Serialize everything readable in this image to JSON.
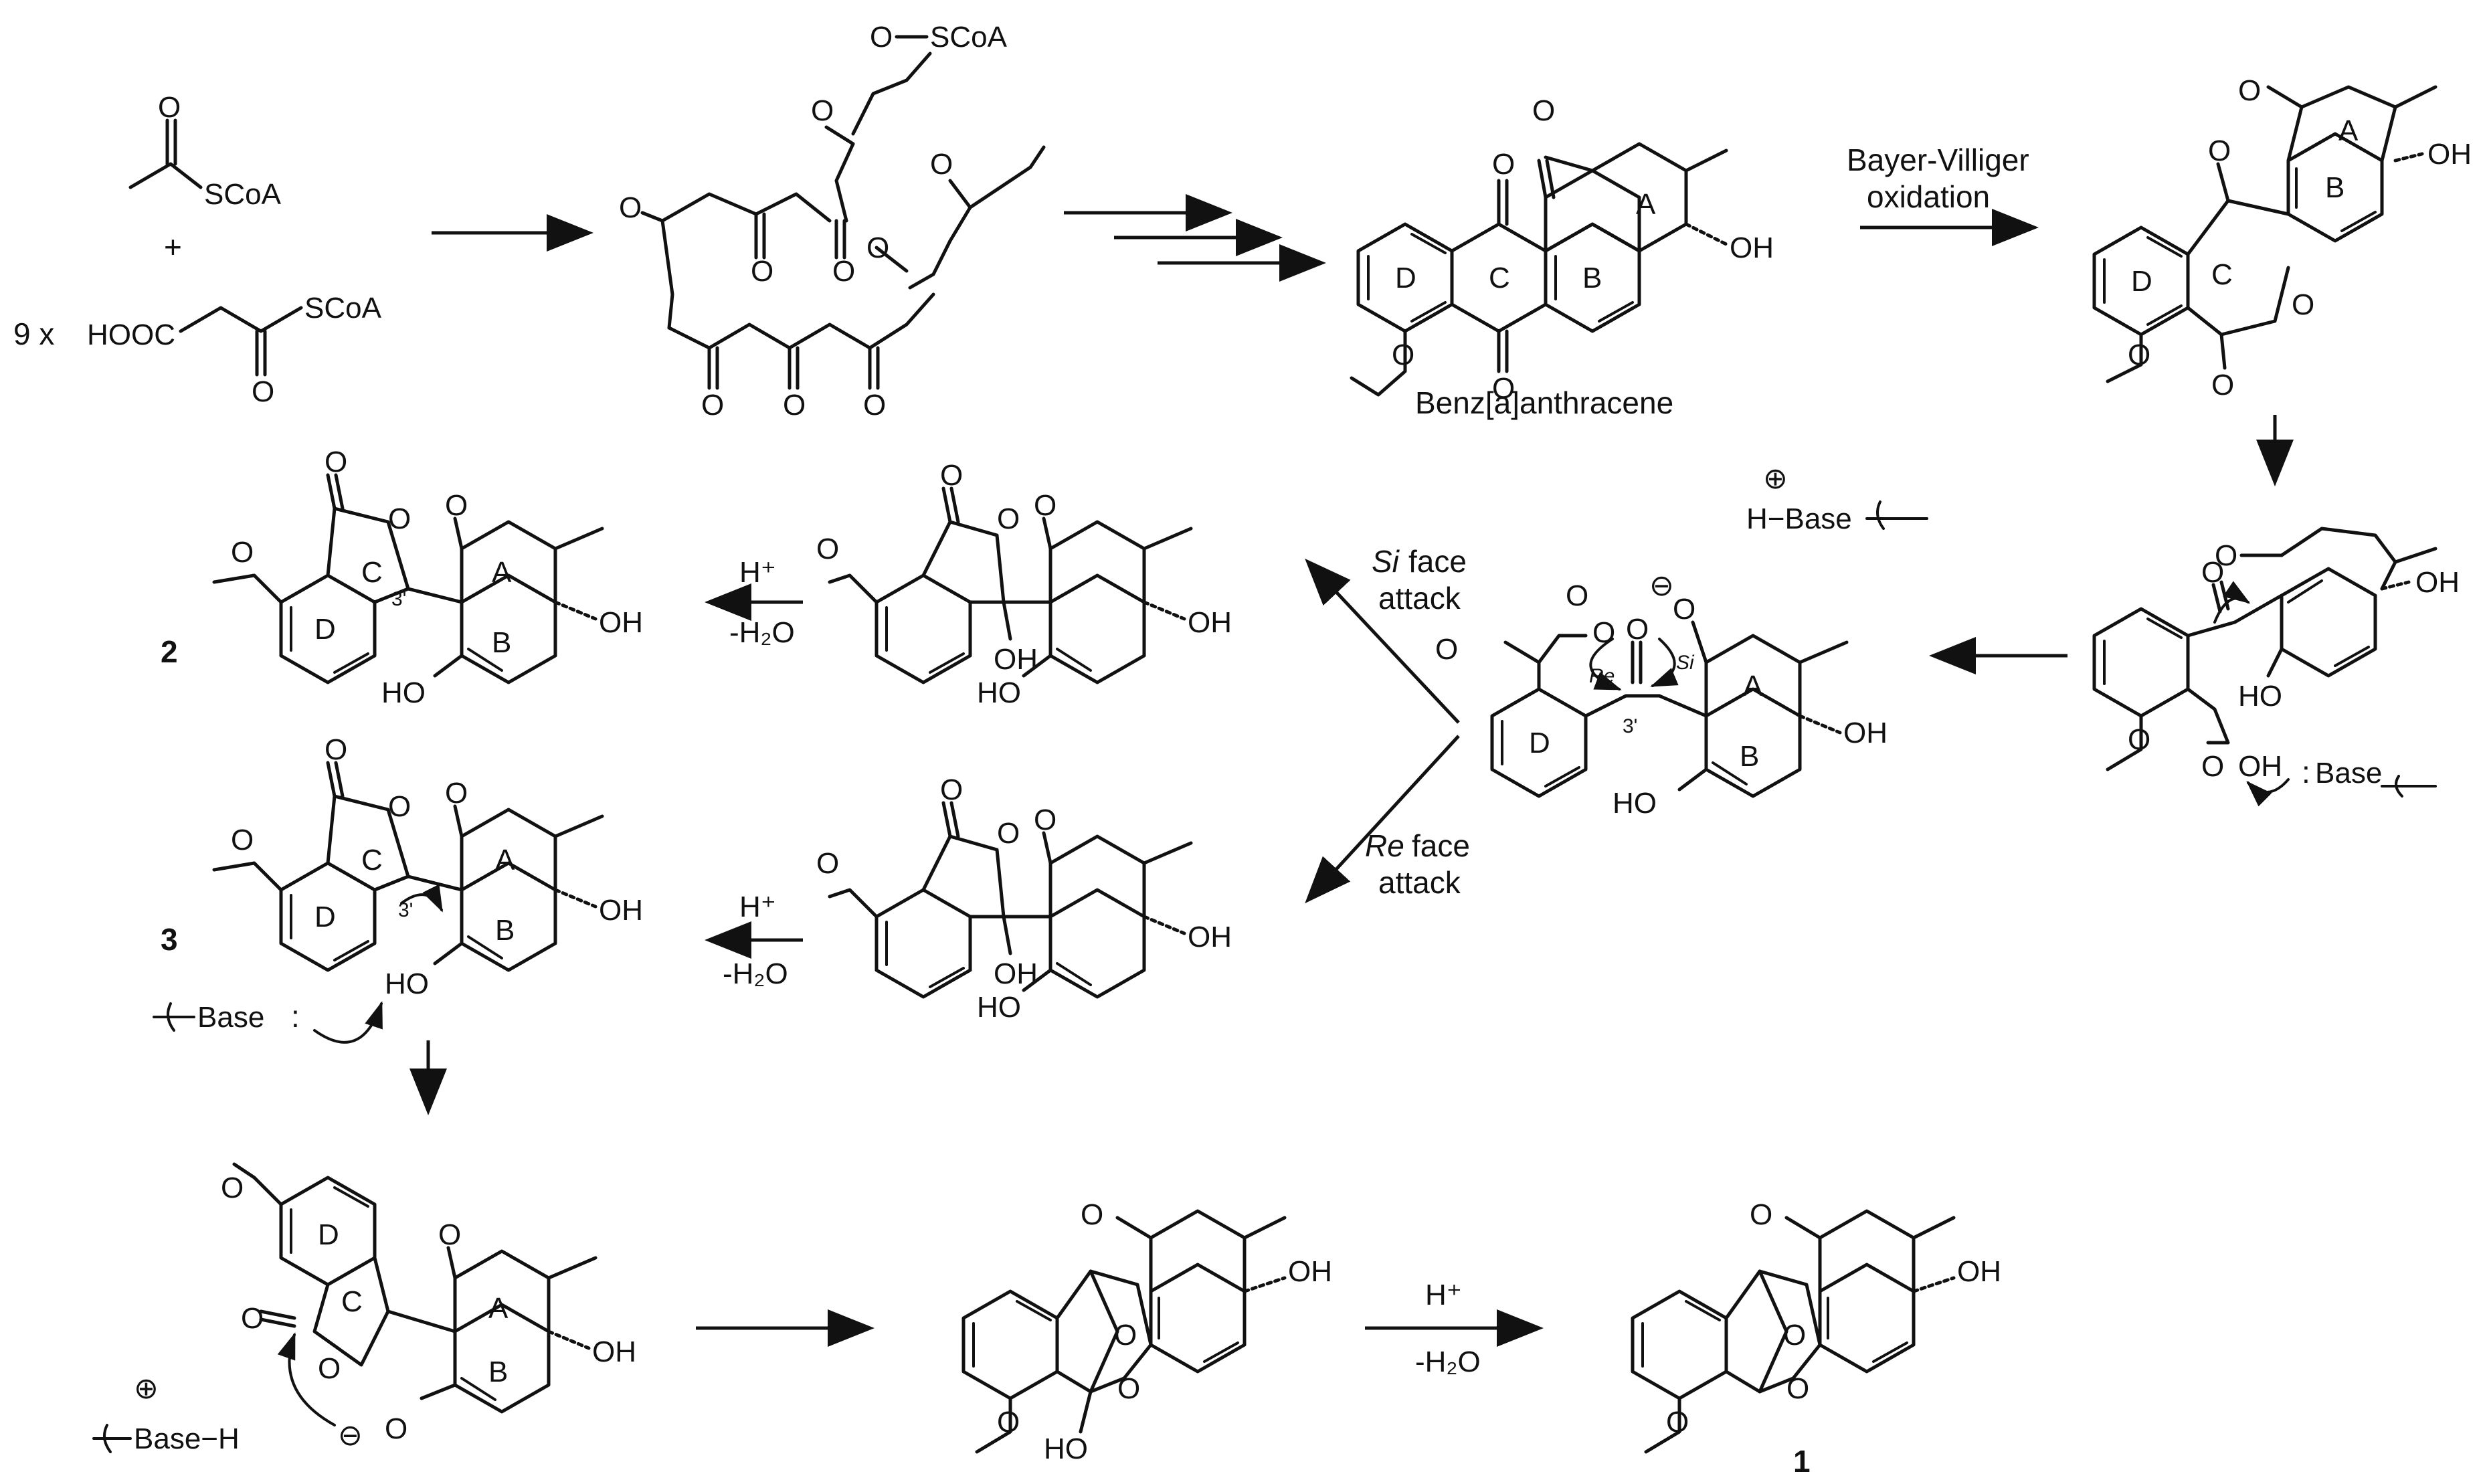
{
  "labels": {
    "scoa": "SCoA",
    "plus": "+",
    "nine_x": "9 x",
    "hooc": "HOOC",
    "o": "O",
    "oh": "OH",
    "ho": "HO",
    "ring_a": "A",
    "ring_b": "B",
    "ring_c": "C",
    "ring_d": "D",
    "benz_anthracene": "Benz[a]anthracene",
    "bv_line1": "Bayer-Villiger",
    "bv_line2": "oxidation",
    "h_base": "H−Base",
    "base": "Base",
    "base_h": "Base−H",
    "h_plus": "H⁺",
    "minus_h2o": "-H₂O",
    "si_face_1": "Si",
    "si_face_2": "face",
    "si_face_3": "attack",
    "re_face_1": "Re",
    "re_face_2": "face",
    "re_face_3": "attack",
    "re_small": "Re",
    "si_small": "Si",
    "three_prime": "3'",
    "compound_1": "1",
    "compound_2": "2",
    "compound_3": "3",
    "plus_charge": "⊕",
    "minus_charge": "⊖",
    "lone_pair": ":"
  },
  "colors": {
    "ink": "#111111",
    "background": "#ffffff"
  }
}
